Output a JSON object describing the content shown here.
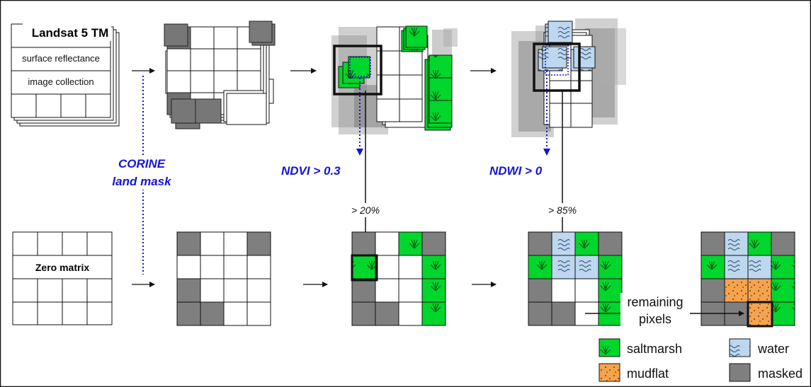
{
  "landsat": {
    "title": "Landsat 5 TM",
    "line1": "surface reflectance",
    "line2": "image collection"
  },
  "masks": {
    "corine_line1": "CORINE",
    "corine_line2": "land mask",
    "ndvi": "NDVI > 0.3",
    "ndwi": "NDWI > 0"
  },
  "thresholds": {
    "saltmarsh": "> 20%",
    "water": "> 85%"
  },
  "zero_matrix": "Zero matrix",
  "remaining": {
    "line1": "remaining",
    "line2": "pixels"
  },
  "legend": {
    "saltmarsh": "saltmarsh",
    "water": "water",
    "mudflat": "mudflat",
    "masked": "masked"
  },
  "colors": {
    "saltmarsh": "#00d62b",
    "water": "#bdd7ee",
    "mudflat": "#f6a34d",
    "masked": "#7f7f7f",
    "mask_arrow": "#1515d6"
  }
}
